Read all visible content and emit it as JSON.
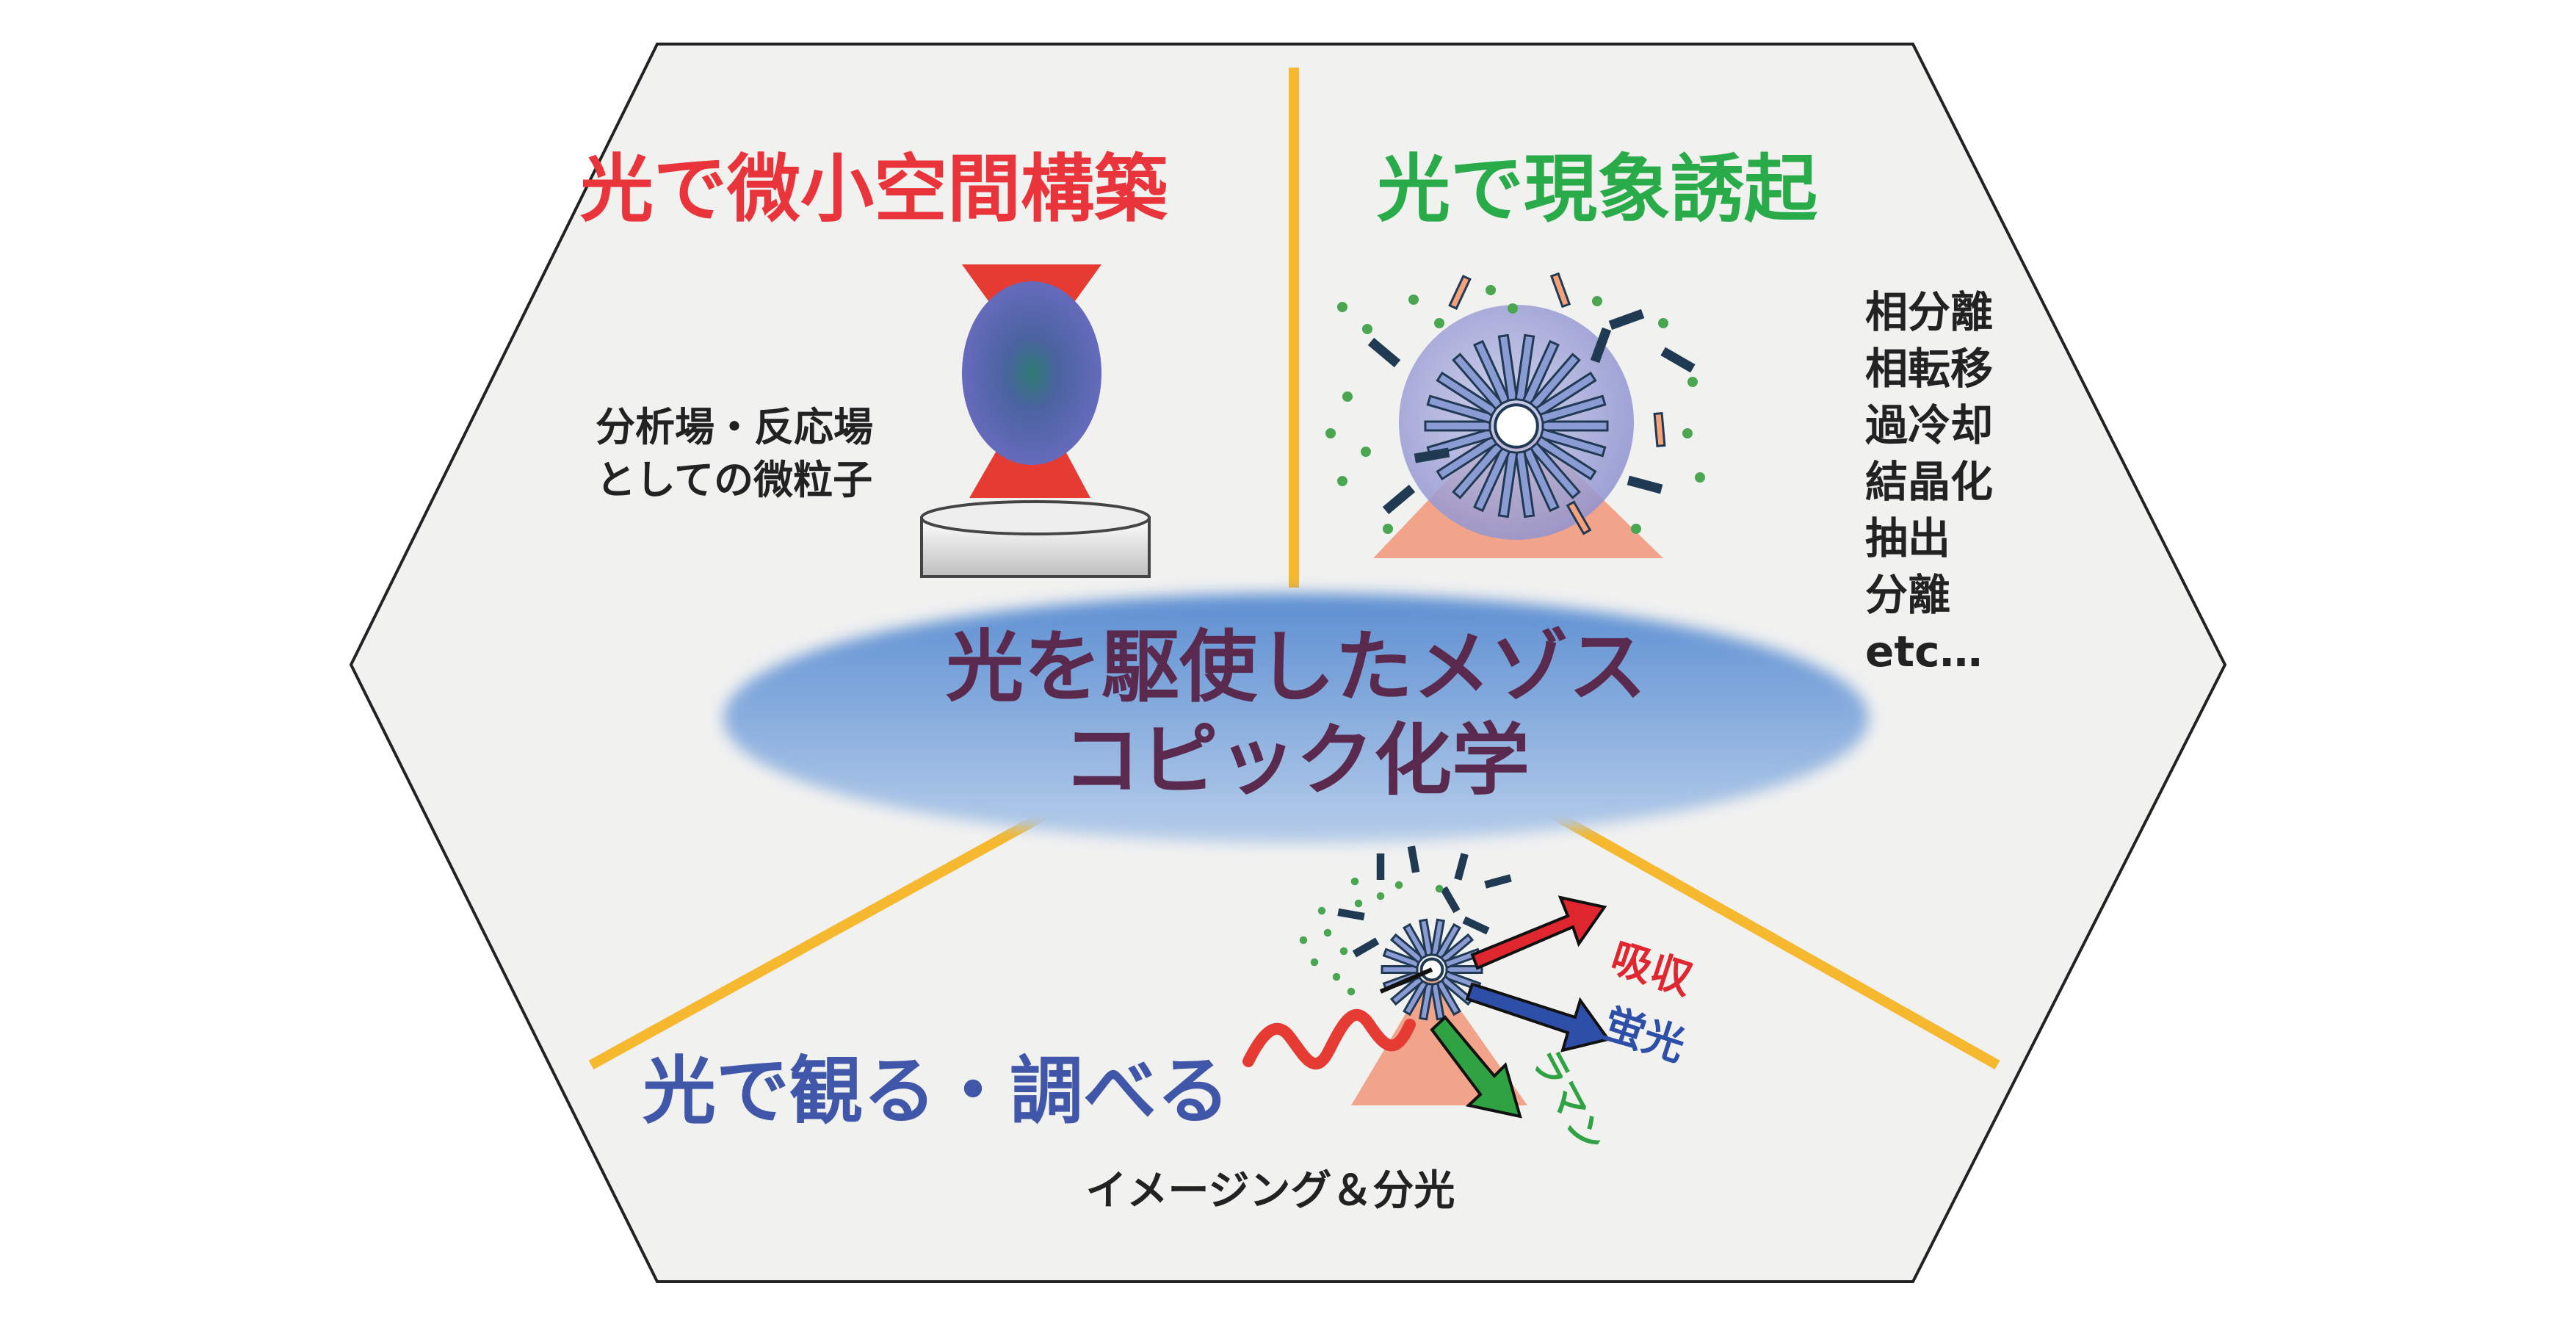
{
  "center": {
    "line1": "光を駆使したメゾス",
    "line2": "コピック化学"
  },
  "sections": {
    "construction": {
      "title": "光で微小空間構築",
      "caption_line1": "分析場・反応場",
      "caption_line2": "としての微粒子"
    },
    "phenomena": {
      "title": "光で現象誘起",
      "list": [
        "相分離",
        "相転移",
        "過冷却",
        "結晶化",
        "抽出",
        "分離",
        "etc…"
      ]
    },
    "observation": {
      "title": "光で観る・調べる",
      "caption": "イメージング＆分光",
      "arrow_labels": {
        "absorption": "吸収",
        "fluorescence": "蛍光",
        "raman": "ラマン"
      }
    }
  },
  "colors": {
    "hexagon_fill": "#f1f1f0",
    "divider": "#f5b82e",
    "title_red": "#e8343a",
    "title_green": "#2aab4a",
    "title_blue": "#4056a8",
    "center_text": "#5a2a4e",
    "center_ellipse": "#7ea6d8",
    "particle": "#5f6eb8",
    "laser_red": "#e53b33",
    "stage_grey": "#d8d8d8",
    "molecule_dark": "#1f3a52",
    "molecule_orange": "#f5a17a",
    "dots_green": "#4aa650",
    "triangle_salmon": "#f2a48a",
    "arrow_red": "#e0262e",
    "arrow_blue": "#2e4fa8",
    "arrow_green": "#2fa243"
  }
}
